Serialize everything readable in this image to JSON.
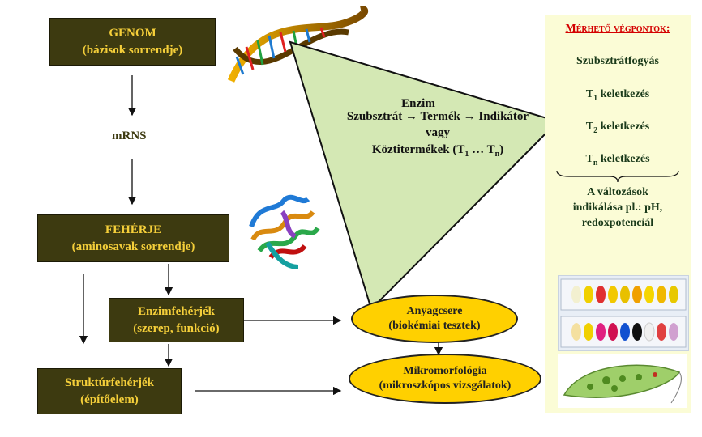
{
  "genom": {
    "line1": "GENOM",
    "line2": "(bázisok sorrendje)"
  },
  "mrns": "mRNS",
  "feherje": {
    "line1": "FEHÉRJE",
    "line2": "(aminosavak  sorrendje)"
  },
  "enzimfeherjek": {
    "line1": "Enzimfehérjék",
    "line2": "(szerep, funkció)"
  },
  "strukturfeherjek": {
    "line1": "Struktúrfehérjék",
    "line2": "(építőelem)"
  },
  "triangle": {
    "enzim": "Enzim",
    "reaction": "Szubsztrát → Termék → Indikátor",
    "vagy": "vagy",
    "koztitermekek_prefix": "Köztitermékek (T",
    "koztitermekek_sub1": "1",
    "koztitermekek_mid": " … T",
    "koztitermekek_subn": "n",
    "koztitermekek_suffix": ")"
  },
  "anyagcsere": {
    "line1": "Anyagcsere",
    "line2": "(biokémiai tesztek)"
  },
  "mikromorfologia": {
    "line1": "Mikromorfológia",
    "line2": "(mikroszkópos vizsgálatok)"
  },
  "panel": {
    "title": "Mérhető végpontok:",
    "item1": "Szubsztrátfogyás",
    "t1_prefix": "T",
    "t1_sub": "1",
    "t1_suffix": " keletkezés",
    "t2_prefix": "T",
    "t2_sub": "2",
    "t2_suffix": " keletkezés",
    "tn_prefix": "T",
    "tn_sub": "n",
    "tn_suffix": " keletkezés",
    "changes_line1": "A változások",
    "changes_line2": "indikálása pl.: pH,",
    "changes_line3": "redoxpotenciál"
  },
  "colors": {
    "box_bg": "#3d3a10",
    "box_text": "#f5cf3a",
    "triangle": "#d4e8b4",
    "ellipse": "#ffd000",
    "panel": "#fbfcd6",
    "title_red": "#d40000"
  }
}
